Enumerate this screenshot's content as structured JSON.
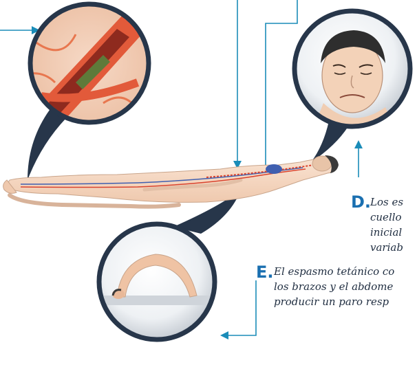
{
  "colors": {
    "accent": "#1a8cb8",
    "letter": "#1a6fb0",
    "circle_border": "#27364a",
    "artery": "#e04a30"
  },
  "callout_d": {
    "letter": "D.",
    "lines": [
      "Los es",
      "cuello",
      "inicial",
      "variab"
    ]
  },
  "callout_e": {
    "letter": "E.",
    "lines": [
      "El espasmo tetánico co",
      "los brazos y el abdome",
      "producir un paro resp"
    ]
  },
  "insets": {
    "top_left": "artery-closeup",
    "top_right": "face-closeup",
    "bottom": "opisthotonus-figure"
  }
}
